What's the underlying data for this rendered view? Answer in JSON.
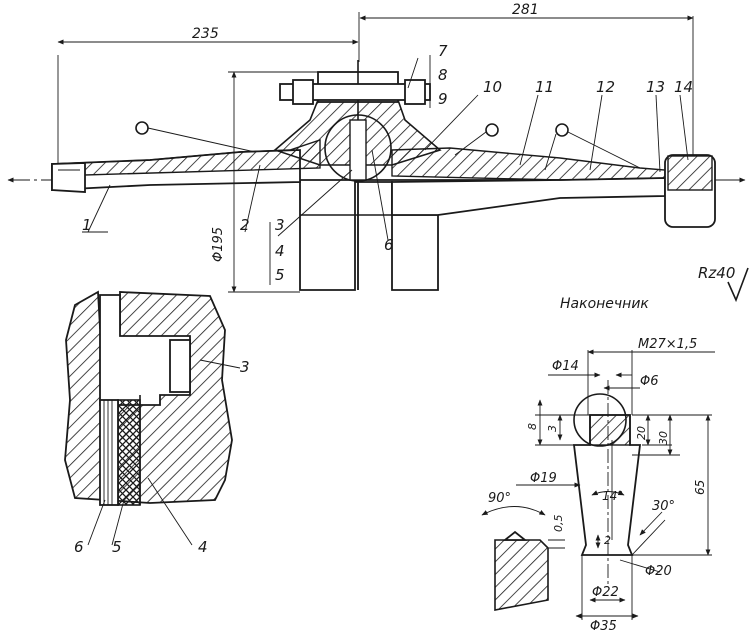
{
  "dims": {
    "d235": "235",
    "d281": "281",
    "d195": "Φ195"
  },
  "callouts": [
    "1",
    "2",
    "3",
    "4",
    "5",
    "6",
    "7",
    "8",
    "9",
    "10",
    "11",
    "12",
    "13",
    "14"
  ],
  "detail_callouts": [
    "3",
    "4",
    "5",
    "6"
  ],
  "roughness": "Rz40",
  "tip": {
    "title": "Наконечник",
    "thread": "M27×1,5",
    "d14": "Φ14",
    "d6": "Φ6",
    "d19": "Φ19",
    "d20": "Φ20",
    "d22": "Φ22",
    "d35": "Φ35",
    "a90": "90°",
    "a30": "30°",
    "a14": "14°",
    "l8": "8",
    "l3": "3",
    "l20": "20",
    "l30": "30",
    "l65": "65",
    "l05": "0,5",
    "l2": "2"
  }
}
